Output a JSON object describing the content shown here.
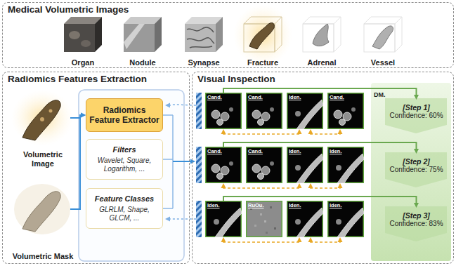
{
  "diagram": {
    "nodes": [
      {
        "text": [
          "Medical Volumetric Images"
        ]
      },
      {
        "text": [
          "Organ"
        ],
        "in": 0
      },
      {
        "text": [
          "Nodule"
        ],
        "in": 0
      },
      {
        "text": [
          "Synapse"
        ],
        "in": 0
      },
      {
        "text": [
          "Fracture"
        ],
        "in": 0
      },
      {
        "text": [
          "Adrenal"
        ],
        "in": 0
      },
      {
        "text": [
          "Vessel"
        ],
        "in": 0
      },
      {
        "text": [
          "Radiomics Features Extraction"
        ]
      },
      {
        "text": [
          "Volumetric Image"
        ],
        "in": 7
      },
      {
        "text": [
          "Volumetric Mask"
        ],
        "in": 7
      },
      {
        "text": [
          "Radiomics Feature Extractor"
        ],
        "in": 7
      },
      {
        "text": [
          "Filters",
          "Wavelet, Square, Logarithm, ..."
        ],
        "in": 7
      },
      {
        "text": [
          "Feature Classes",
          "GLRLM, Shape, GLCM, ..."
        ],
        "in": 7
      },
      {
        "text": [
          "Visual Inspection"
        ]
      },
      {
        "text": [
          "Cand."
        ],
        "in": 13
      },
      {
        "text": [
          "Cand."
        ],
        "in": 13
      },
      {
        "text": [
          "Iden."
        ],
        "in": 13
      },
      {
        "text": [
          "Cand."
        ],
        "in": 13
      },
      {
        "text": [
          "Cand."
        ],
        "in": 13
      },
      {
        "text": [
          "Cand."
        ],
        "in": 13
      },
      {
        "text": [
          "Iden."
        ],
        "in": 13
      },
      {
        "text": [
          "Iden."
        ],
        "in": 13
      },
      {
        "text": [
          "Iden."
        ],
        "in": 13
      },
      {
        "text": [
          "RuOu."
        ],
        "in": 13
      },
      {
        "text": [
          "Iden."
        ],
        "in": 13
      },
      {
        "text": [
          "Iden."
        ],
        "in": 13
      },
      {
        "text": [
          "[Step 1]",
          "Confidence: 60%"
        ],
        "in": 13
      },
      {
        "text": [
          "[Step 2]",
          "Confidence: 75%"
        ],
        "in": 13
      },
      {
        "text": [
          "[Step 3]",
          "Confidence: 83%"
        ],
        "in": 13
      }
    ],
    "edges": [
      {
        "from": 8,
        "to": 10,
        "arrow": "to"
      },
      {
        "from": 9,
        "to": 10,
        "arrow": "to"
      },
      {
        "from": 14,
        "to": 16,
        "arrow": "both"
      },
      {
        "from": 16,
        "to": 17,
        "arrow": "both"
      },
      {
        "from": 18,
        "to": 20,
        "arrow": "both"
      },
      {
        "from": 20,
        "to": 21,
        "arrow": "both"
      },
      {
        "from": 22,
        "to": 24,
        "arrow": "both"
      },
      {
        "from": 24,
        "to": 25,
        "arrow": "both"
      },
      {
        "from": 14,
        "to": 26,
        "arrow": "to"
      },
      {
        "from": 18,
        "to": 27,
        "arrow": "to"
      },
      {
        "from": 22,
        "to": 28,
        "arrow": "to"
      }
    ],
    "labels": [
      "DM."
    ]
  }
}
